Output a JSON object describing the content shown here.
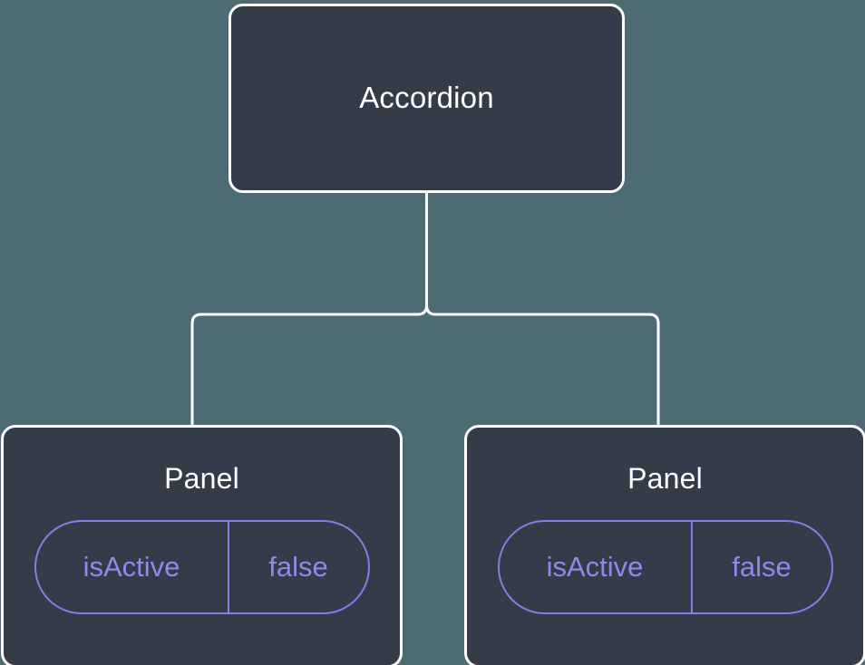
{
  "canvas": {
    "background_color": "#4d6b73",
    "node_fill_color": "#343b49",
    "node_border_color": "#ffffff",
    "edge_color": "#ffffff",
    "accent_color": "#8a8ced"
  },
  "tree": {
    "root": {
      "title": "Accordion"
    },
    "children": [
      {
        "title": "Panel",
        "prop": {
          "key": "isActive",
          "value": "false"
        }
      },
      {
        "title": "Panel",
        "prop": {
          "key": "isActive",
          "value": "false"
        }
      }
    ]
  }
}
